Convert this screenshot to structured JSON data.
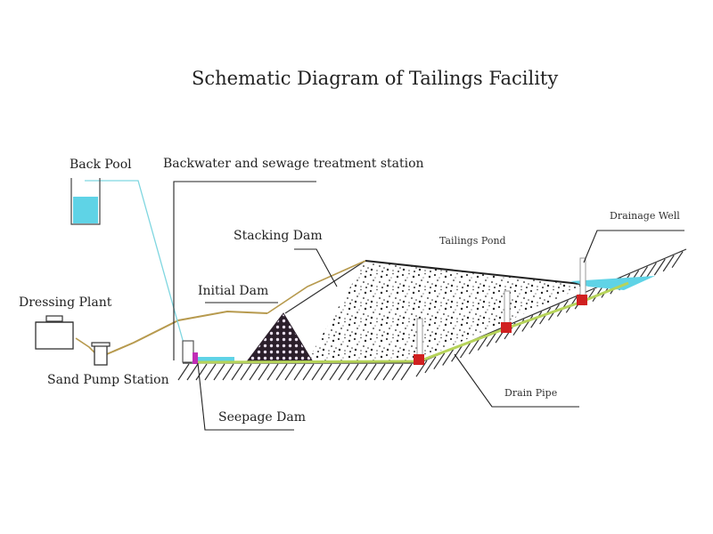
{
  "title": "Schematic Diagram of Tailings Facility",
  "labels": {
    "back_pool": "Back Pool",
    "backwater_station": "Backwater and sewage treatment station",
    "stacking_dam": "Stacking Dam",
    "tailings_pond": "Tailings Pond",
    "drainage_well": "Drainage Well",
    "initial_dam": "Initial Dam",
    "dressing_plant": "Dressing Plant",
    "sand_pump_station": "Sand Pump Station",
    "seepage_dam": "Seepage Dam",
    "drain_pipe": "Drain Pipe"
  },
  "colors": {
    "water": "#5fd3e6",
    "pipe_tan": "#b79a4e",
    "drain_green": "#b6d35a",
    "seepage_dam": "#c02db5",
    "well_red": "#d02020",
    "dam_dark": "#2b1f2b",
    "line": "#222222"
  }
}
